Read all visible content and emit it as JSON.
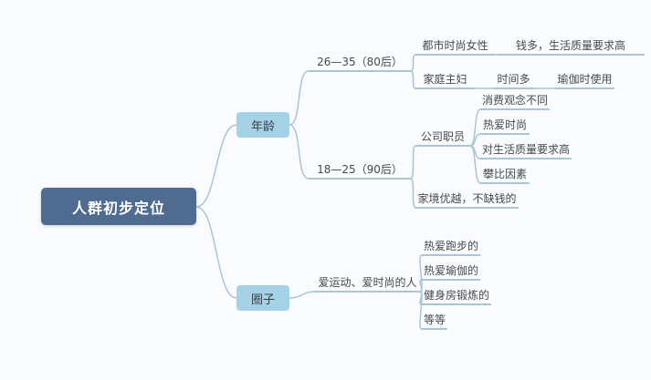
{
  "colors": {
    "root_bg": "#4f6b8f",
    "branch_bg": "#a5d2e7",
    "line": "#a8c6d6"
  },
  "root": {
    "label": "人群初步定位"
  },
  "branches": [
    {
      "id": "age",
      "label": "年龄"
    },
    {
      "id": "circle",
      "label": "圈子"
    }
  ],
  "nodes": {
    "g80": "26—35（80后）",
    "urban_fashion_women": "都市时尚女性",
    "rich_quality": "钱多，生活质量要求高",
    "housewife": "家庭主妇",
    "free_time": "时间多",
    "use_during_yoga": "瑜伽时使用",
    "g90": "18—25（90后）",
    "office_staff": "公司职员",
    "consumption_concept": "消费观念不同",
    "love_fashion": "热爱时尚",
    "life_quality": "对生活质量要求高",
    "comparison": "攀比因素",
    "wealthy_family": "家境优越，不缺钱的",
    "sporty_people": "爱运动、爱时尚的人",
    "love_running": "热爱跑步的",
    "love_yoga": "热爱瑜伽的",
    "gym_goers": "健身房锻炼的",
    "etc": "等等"
  }
}
